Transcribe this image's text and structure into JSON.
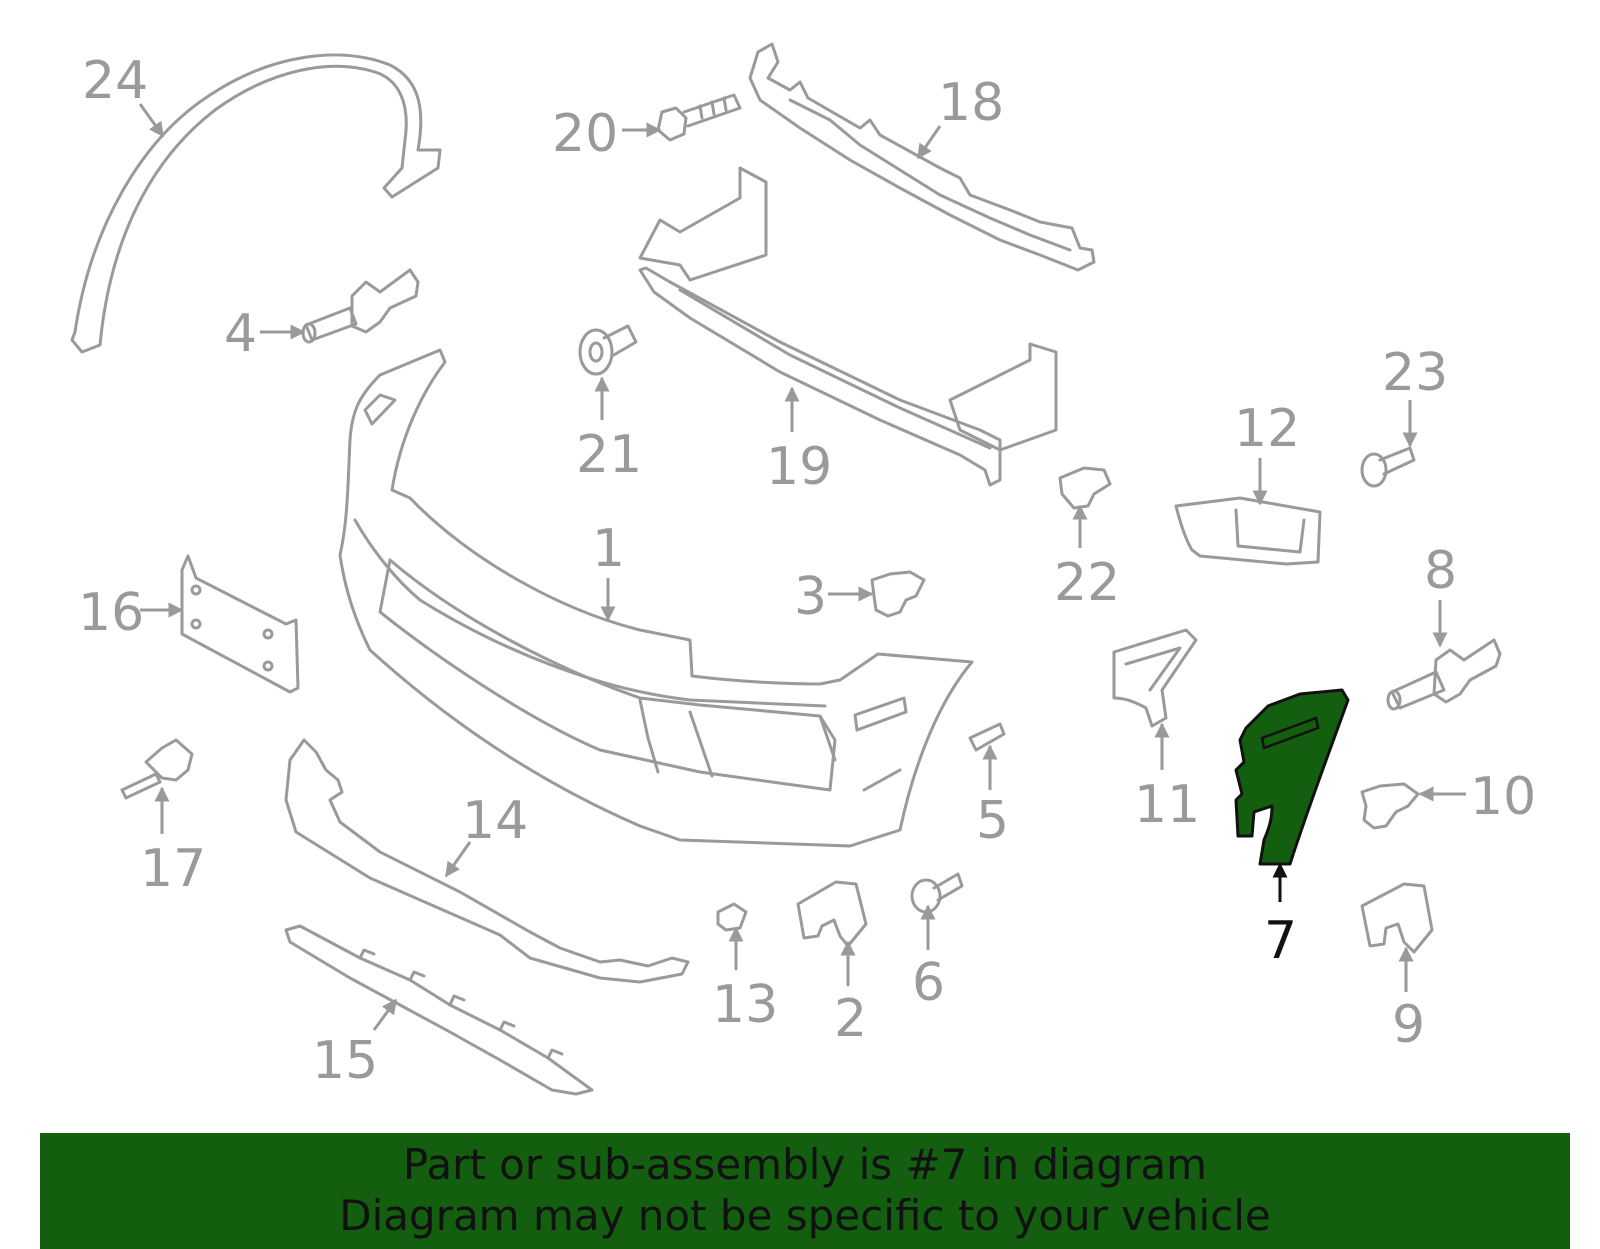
{
  "callouts": {
    "c1": "1",
    "c2": "2",
    "c3": "3",
    "c4": "4",
    "c5": "5",
    "c6": "6",
    "c7": "7",
    "c8": "8",
    "c9": "9",
    "c10": "10",
    "c11": "11",
    "c12": "12",
    "c13": "13",
    "c14": "14",
    "c15": "15",
    "c16": "16",
    "c17": "17",
    "c18": "18",
    "c19": "19",
    "c20": "20",
    "c21": "21",
    "c22": "22",
    "c23": "23",
    "c24": "24"
  },
  "highlight": {
    "part_number": "7",
    "color": "#135e0f"
  },
  "banner": {
    "line1": "Part or sub-assembly is #7 in diagram",
    "line2": "Diagram may not be specific to your vehicle",
    "background": "#135e0f"
  },
  "colors": {
    "line": "#9a9a9a",
    "highlight_text": "#111111"
  }
}
